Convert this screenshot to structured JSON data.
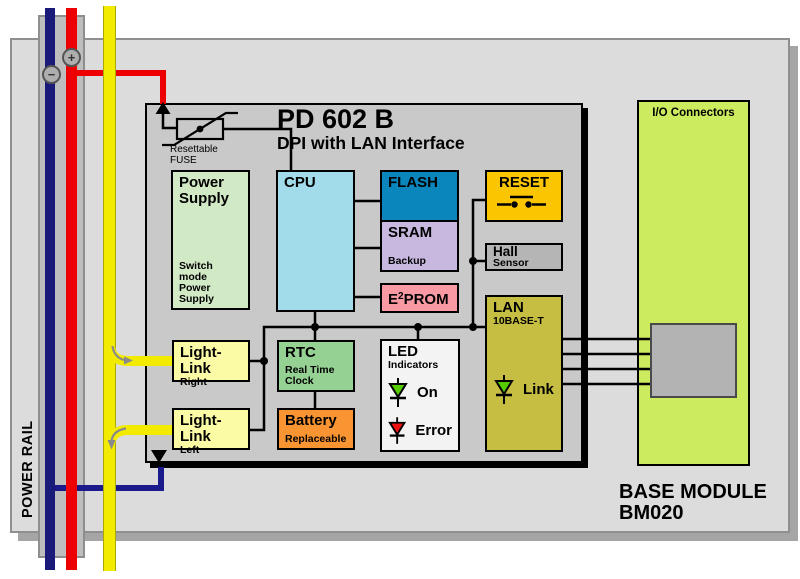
{
  "title": {
    "line1": "PD 602 B",
    "line2": "DPI with LAN Interface"
  },
  "power_rail": {
    "label": "POWER RAIL",
    "minus": "−",
    "plus": "+"
  },
  "fuse": {
    "line1": "Resettable",
    "line2": "FUSE"
  },
  "base_module": {
    "line1": "BASE MODULE",
    "line2": "BM020"
  },
  "io_panel": {
    "label": "I/O Connectors"
  },
  "blocks": {
    "power_supply": {
      "title1": "Power",
      "title2": "Supply",
      "sub1": "Switch mode",
      "sub2": "Power Supply"
    },
    "cpu": {
      "title": "CPU"
    },
    "flash": {
      "title": "FLASH"
    },
    "sram": {
      "title": "SRAM",
      "sub": "Backup"
    },
    "eeprom": {
      "pre": "E",
      "sup": "2",
      "post": "PROM"
    },
    "reset": {
      "title": "RESET"
    },
    "hall": {
      "title": "Hall",
      "sub": "Sensor"
    },
    "lan": {
      "title": "LAN",
      "sub": "10BASE-T",
      "led_label": "Link"
    },
    "led_indicators": {
      "title": "LED",
      "sub": "Indicators",
      "on_label": "On",
      "error_label": "Error"
    },
    "rtc": {
      "title": "RTC",
      "sub1": "Real Time",
      "sub2": "Clock"
    },
    "battery": {
      "title": "Battery",
      "sub": "Replaceable"
    },
    "light_link_right": {
      "title": "Light-Link",
      "sub": "Right"
    },
    "light_link_left": {
      "title": "Light-Link",
      "sub": "Left"
    }
  },
  "colors": {
    "board": "#dcdcdc",
    "module_bg": "#c9c9c9",
    "power_supply": "#d2e9c5",
    "cpu": "#a2dbe9",
    "flash": "#0a86bc",
    "sram": "#c8b8e0",
    "eeprom": "#f899a3",
    "reset": "#fcc502",
    "hall": "#b5b5b5",
    "lan": "#c6bd43",
    "led_box": "#f3f3f3",
    "rtc": "#95d193",
    "battery": "#f99433",
    "light_link": "#fbfba6",
    "io_panel": "#cdeb5e",
    "connector": "#b3b3b3",
    "rail_blue": "#1a1a78",
    "rail_red": "#ee0000",
    "rail_yellow": "#f2eb00",
    "led_on": "#55cc00",
    "led_error": "#ee1111"
  }
}
